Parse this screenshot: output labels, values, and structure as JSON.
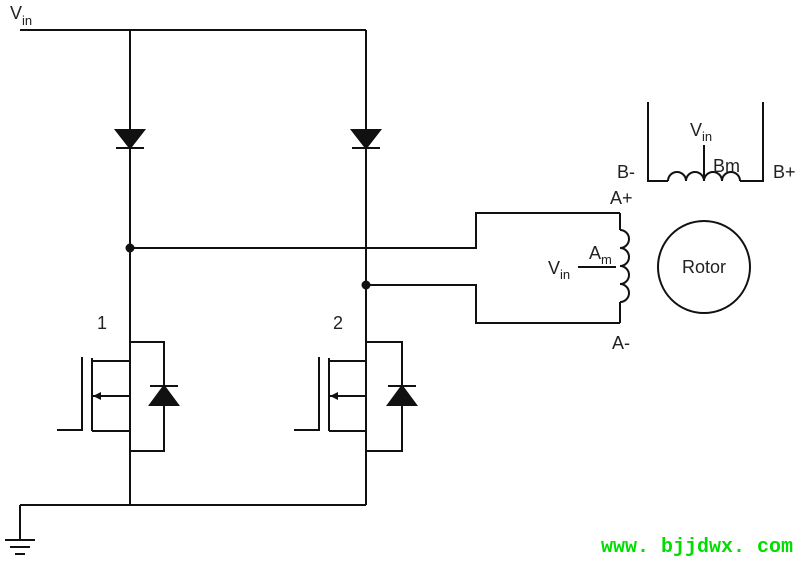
{
  "labels": {
    "vin_main": "V",
    "vin_main_sub": "in",
    "transistor_1": "1",
    "transistor_2": "2",
    "coil_a_pos": "A+",
    "coil_a_neg": "A-",
    "coil_a_name": "A",
    "coil_a_name_sub": "m",
    "coil_a_vin": "V",
    "coil_a_vin_sub": "in",
    "coil_b_vin": "V",
    "coil_b_vin_sub": "in",
    "coil_b_name": "Bm",
    "coil_b_neg": "B-",
    "coil_b_pos": "B+",
    "rotor": "Rotor",
    "watermark": "www. bjjdwx. com"
  },
  "colors": {
    "wire": "#111111",
    "text": "#222222",
    "watermark": "#00dd00"
  }
}
